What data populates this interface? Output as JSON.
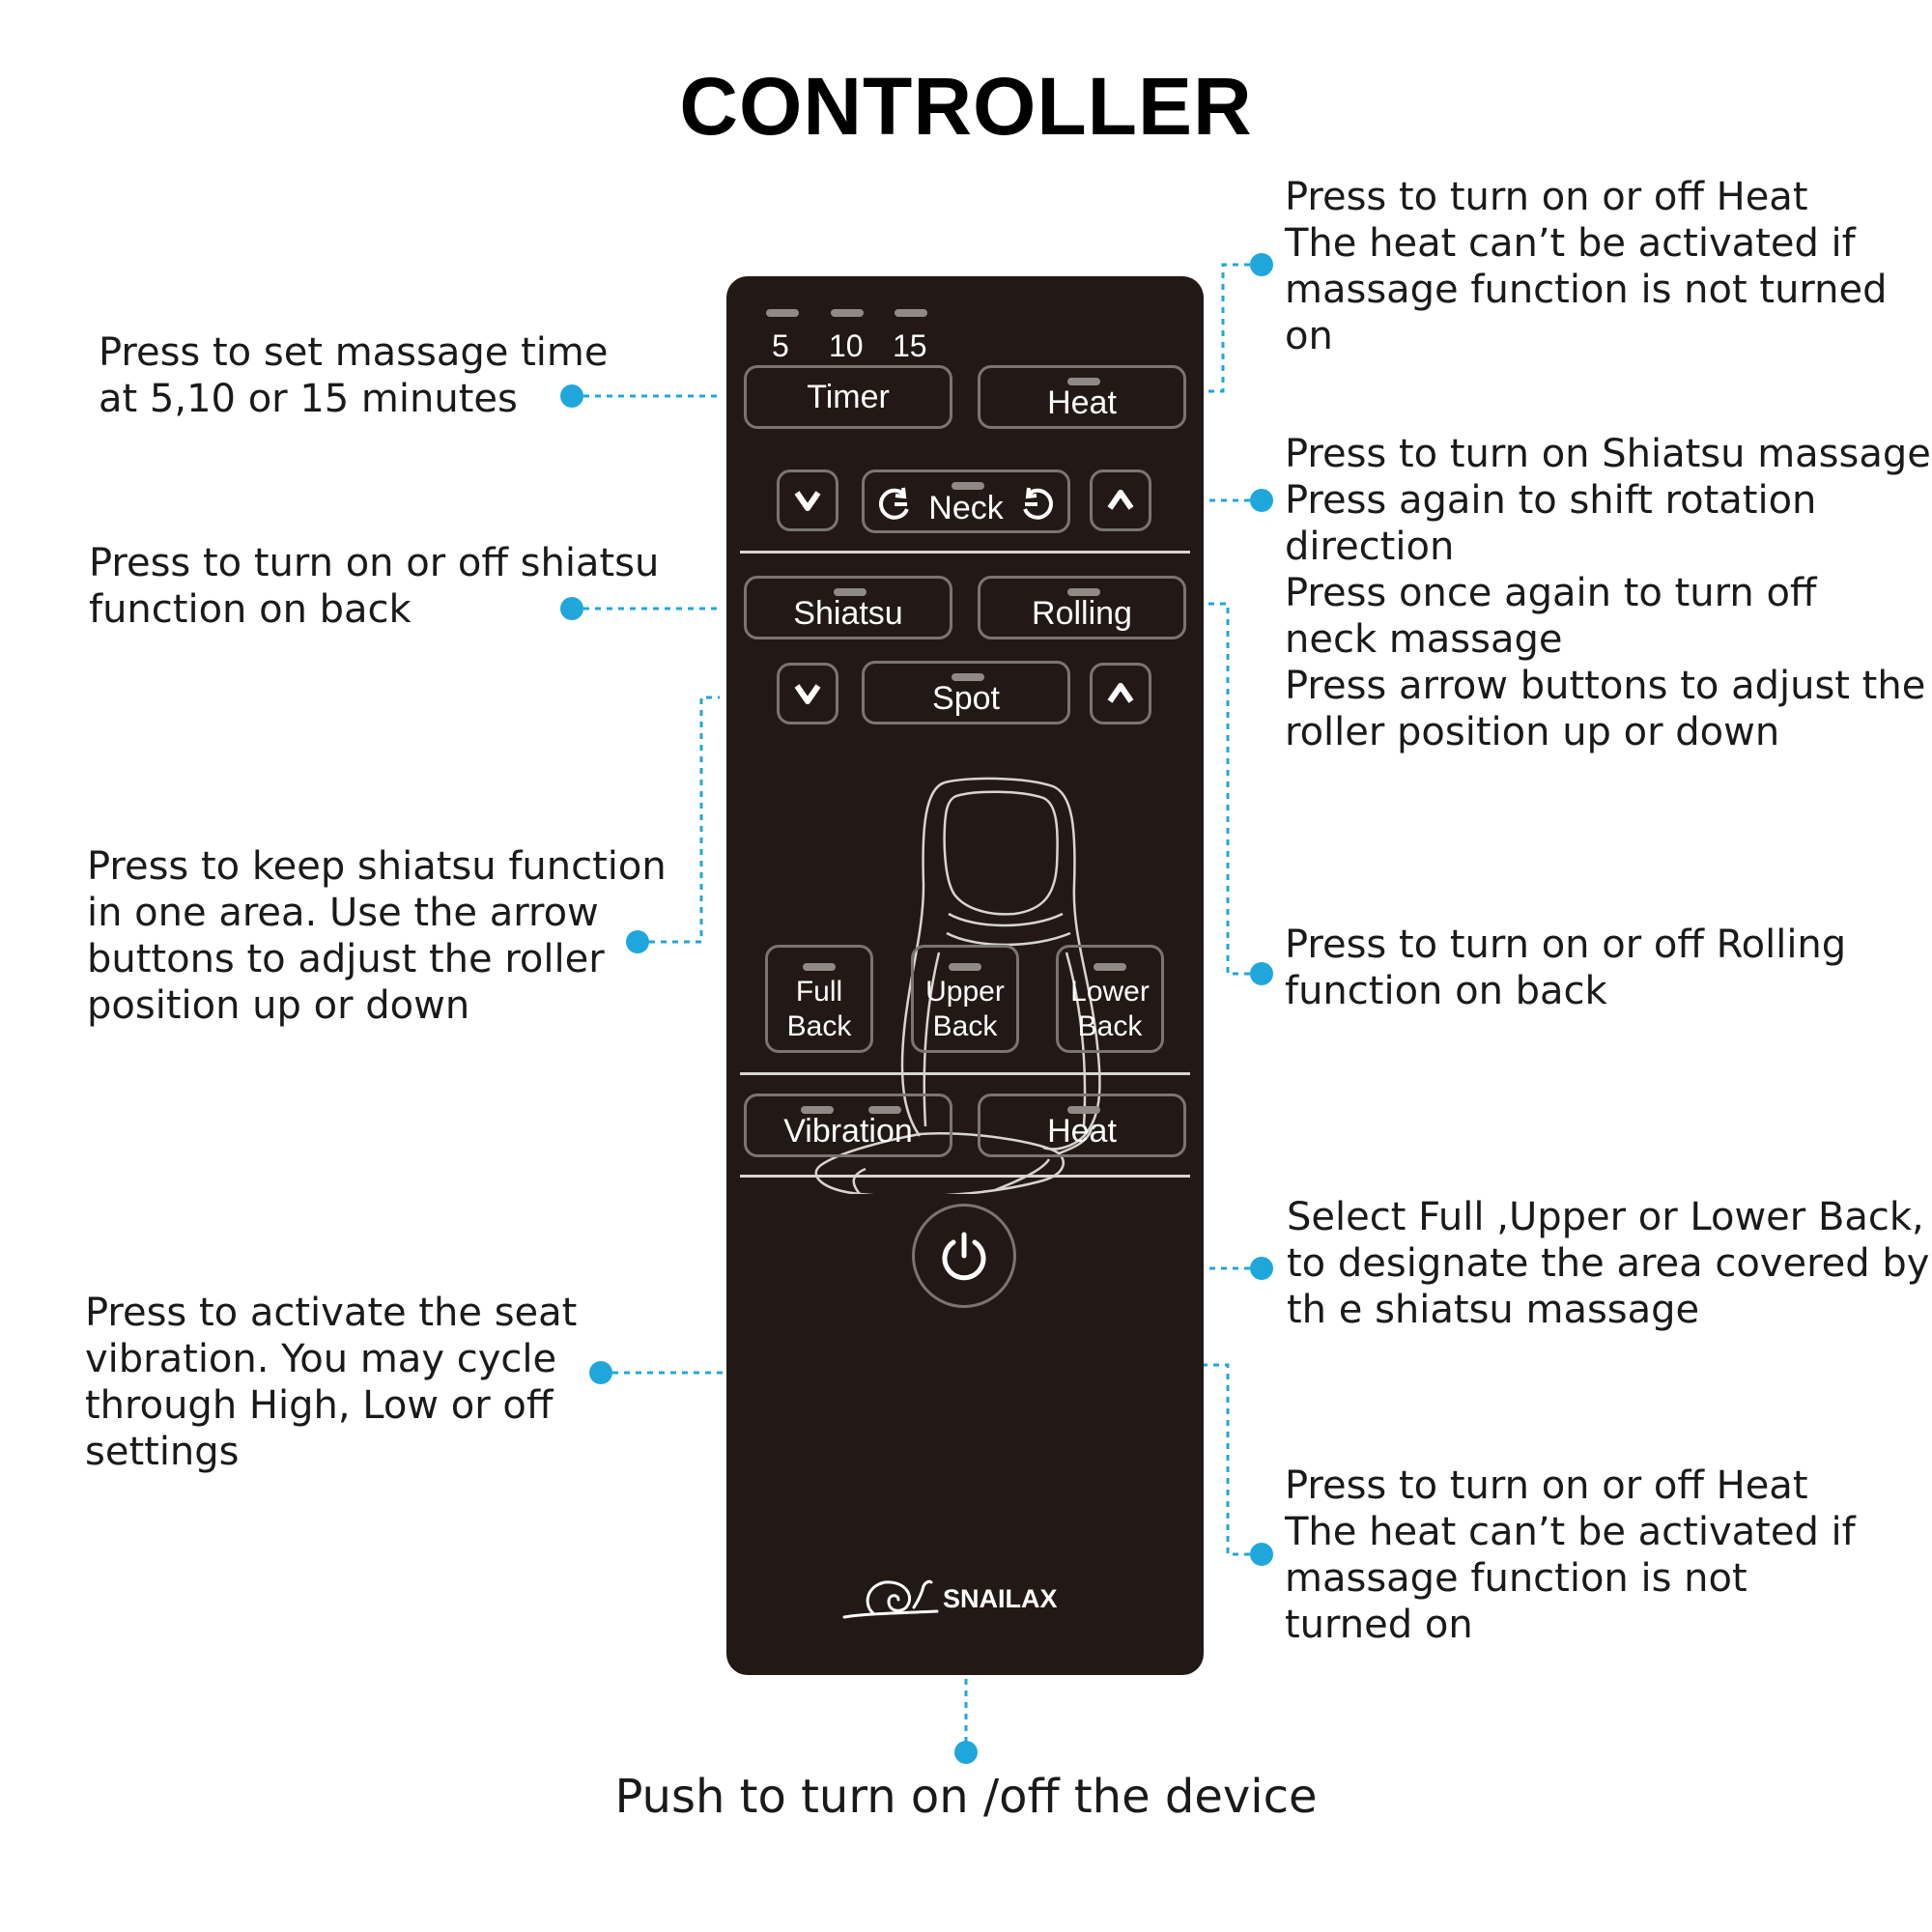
{
  "title": "CONTROLLER",
  "annotations": {
    "timer": "Press to set massage time\nat 5,10 or 15 minutes",
    "shiatsu": "Press to turn on or off shiatsu\nfunction on back",
    "spot": "Press to keep shiatsu function\nin one area. Use the arrow\nbuttons to adjust the roller\nposition up or down",
    "vibration": "Press to activate the seat\nvibration. You may cycle\nthrough High, Low or off\nsettings",
    "heat_top": "Press to turn on or off Heat\nThe heat can’t be activated if\nmassage function is not turned\non",
    "neck": "Press to turn on Shiatsu massage\nPress again to shift rotation\ndirection\nPress once again to turn off\nneck massage\nPress arrow buttons to adjust the\nroller position up or down",
    "rolling": "Press to turn on  or off Rolling\nfunction on back",
    "area": "Select Full ,Upper or Lower Back,\nto designate the area covered by\nth e shiatsu massage",
    "heat_bottom": "Press to turn on or off Heat\nThe heat can’t be activated if\nmassage function is not\nturned on",
    "power": "Push to turn on /off the device"
  },
  "remote": {
    "timer_values": [
      "5",
      "10",
      "15"
    ],
    "timer": "Timer",
    "heat": "Heat",
    "neck": "Neck",
    "shiatsu": "Shiatsu",
    "rolling": "Rolling",
    "spot": "Spot",
    "full_back": [
      "Full",
      "Back"
    ],
    "upper_back": [
      "Upper",
      "Back"
    ],
    "lower_back": [
      "Lower",
      "Back"
    ],
    "vibration": "Vibration",
    "heat_seat": "Heat",
    "brand": "SNAILAX"
  },
  "colors": {
    "accent": "#1fa7dc",
    "remote_body": "#221916",
    "button_border": "#7a7572"
  }
}
